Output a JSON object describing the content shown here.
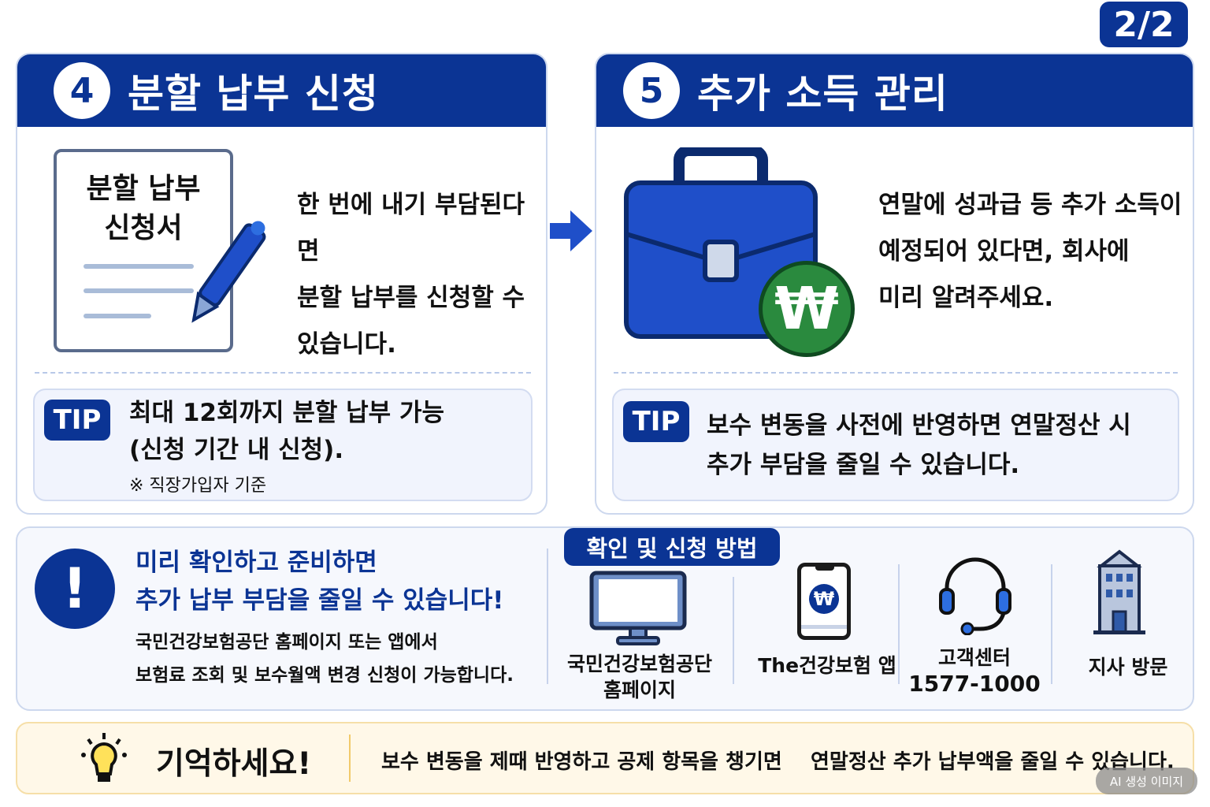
{
  "page_indicator": "2/2",
  "cards": [
    {
      "number": "4",
      "title": "분할 납부 신청",
      "doc_title_line1": "분할 납부",
      "doc_title_line2": "신청서",
      "body_lines": [
        "한 번에 내기 부담된다면",
        "분할 납부를 신청할 수",
        "있습니다."
      ],
      "tip_label": "TIP",
      "tip_lines": [
        "최대 12회까지 분할 납부 가능",
        "(신청 기간 내 신청)."
      ],
      "tip_note": "※ 직장가입자 기준"
    },
    {
      "number": "5",
      "title": "추가 소득 관리",
      "won_symbol": "₩",
      "body_lines": [
        "연말에 성과급 등 추가 소득이",
        "예정되어 있다면, 회사에",
        "미리 알려주세요."
      ],
      "tip_label": "TIP",
      "tip_lines": [
        "보수 변동을 사전에 반영하면 연말정산 시",
        "추가 부담을 줄일 수 있습니다."
      ]
    }
  ],
  "notice": {
    "headline_lines": [
      "미리 확인하고 준비하면",
      "추가 납부 부담을 줄일 수 있습니다!"
    ],
    "desc_lines": [
      "국민건강보험공단 홈페이지 또는 앱에서",
      "보험료 조회 및 보수월액 변경 신청이 가능합니다."
    ]
  },
  "methods": {
    "title": "확인 및 신청 방법",
    "items": [
      {
        "icon": "monitor-icon",
        "lines": [
          "국민건강보험공단",
          "홈페이지"
        ]
      },
      {
        "icon": "smartphone-icon",
        "lines": [
          "The건강보험 앱"
        ],
        "won_symbol": "₩"
      },
      {
        "icon": "headset-icon",
        "lines": [
          "고객센터",
          "1577-1000"
        ]
      },
      {
        "icon": "building-icon",
        "lines": [
          "지사 방문"
        ]
      }
    ]
  },
  "remember": {
    "title": "기억하세요!",
    "text": "보수 변동을 제때 반영하고 공제 항목을 챙기면    연말정산 추가 납부액을 줄일 수 있습니다."
  },
  "watermark": "AI 생성 이미지",
  "colors": {
    "navy": "#0b3494",
    "blue": "#1f4fc9",
    "green": "#2a8a3e",
    "yellow": "#ffe15a"
  }
}
